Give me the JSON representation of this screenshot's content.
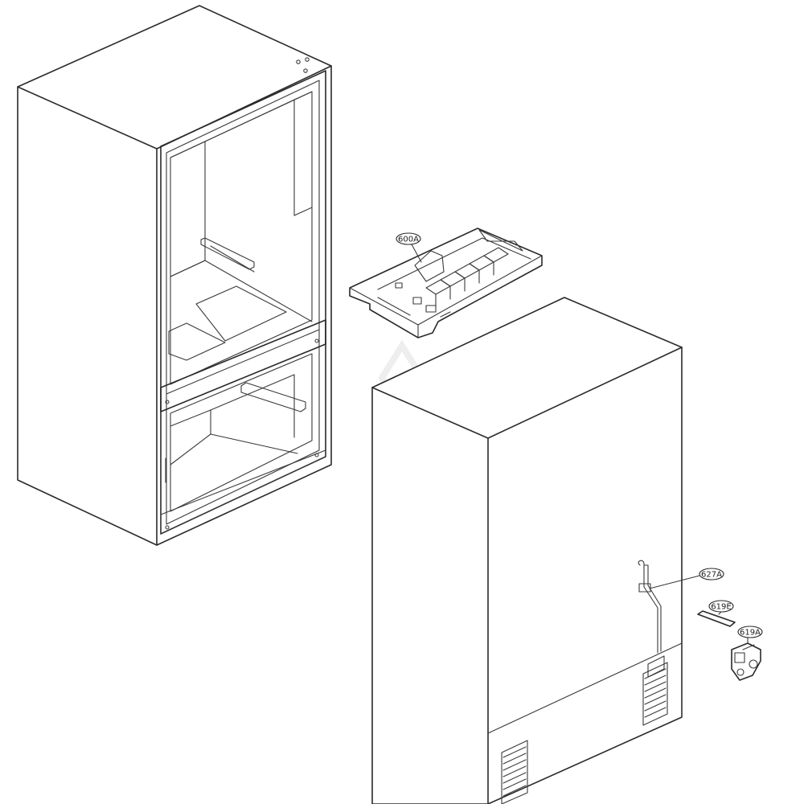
{
  "diagram": {
    "callouts": [
      {
        "id": "600A"
      },
      {
        "id": "627A"
      },
      {
        "id": "619E"
      },
      {
        "id": "619A"
      }
    ]
  },
  "colors": {
    "line": "#2a2a2a",
    "background": "#ffffff",
    "watermark": "#e4e4e4"
  }
}
